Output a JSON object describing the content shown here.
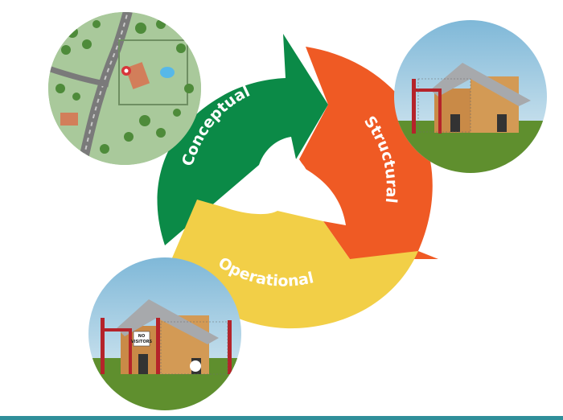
{
  "cycle": {
    "stages": [
      {
        "label": "Conceptual",
        "color": "#0b8a47"
      },
      {
        "label": "Structural",
        "color": "#ef5a24"
      },
      {
        "label": "Operational",
        "color": "#f2cf47"
      }
    ]
  },
  "illustrations": {
    "map": {
      "icon": "site-map"
    },
    "building": {
      "icon": "farm-building"
    },
    "fenced_building": {
      "icon": "fenced-farm-building",
      "sign_text": [
        "NO",
        "VISITORS"
      ]
    }
  },
  "colors": {
    "accent_rule": "#2f8f9a",
    "sky": "#cfe3ef",
    "grass": "#5f8f2e",
    "roof": "#a7a9ac",
    "wall": "#d39a55",
    "fence_post": "#b5232a"
  }
}
